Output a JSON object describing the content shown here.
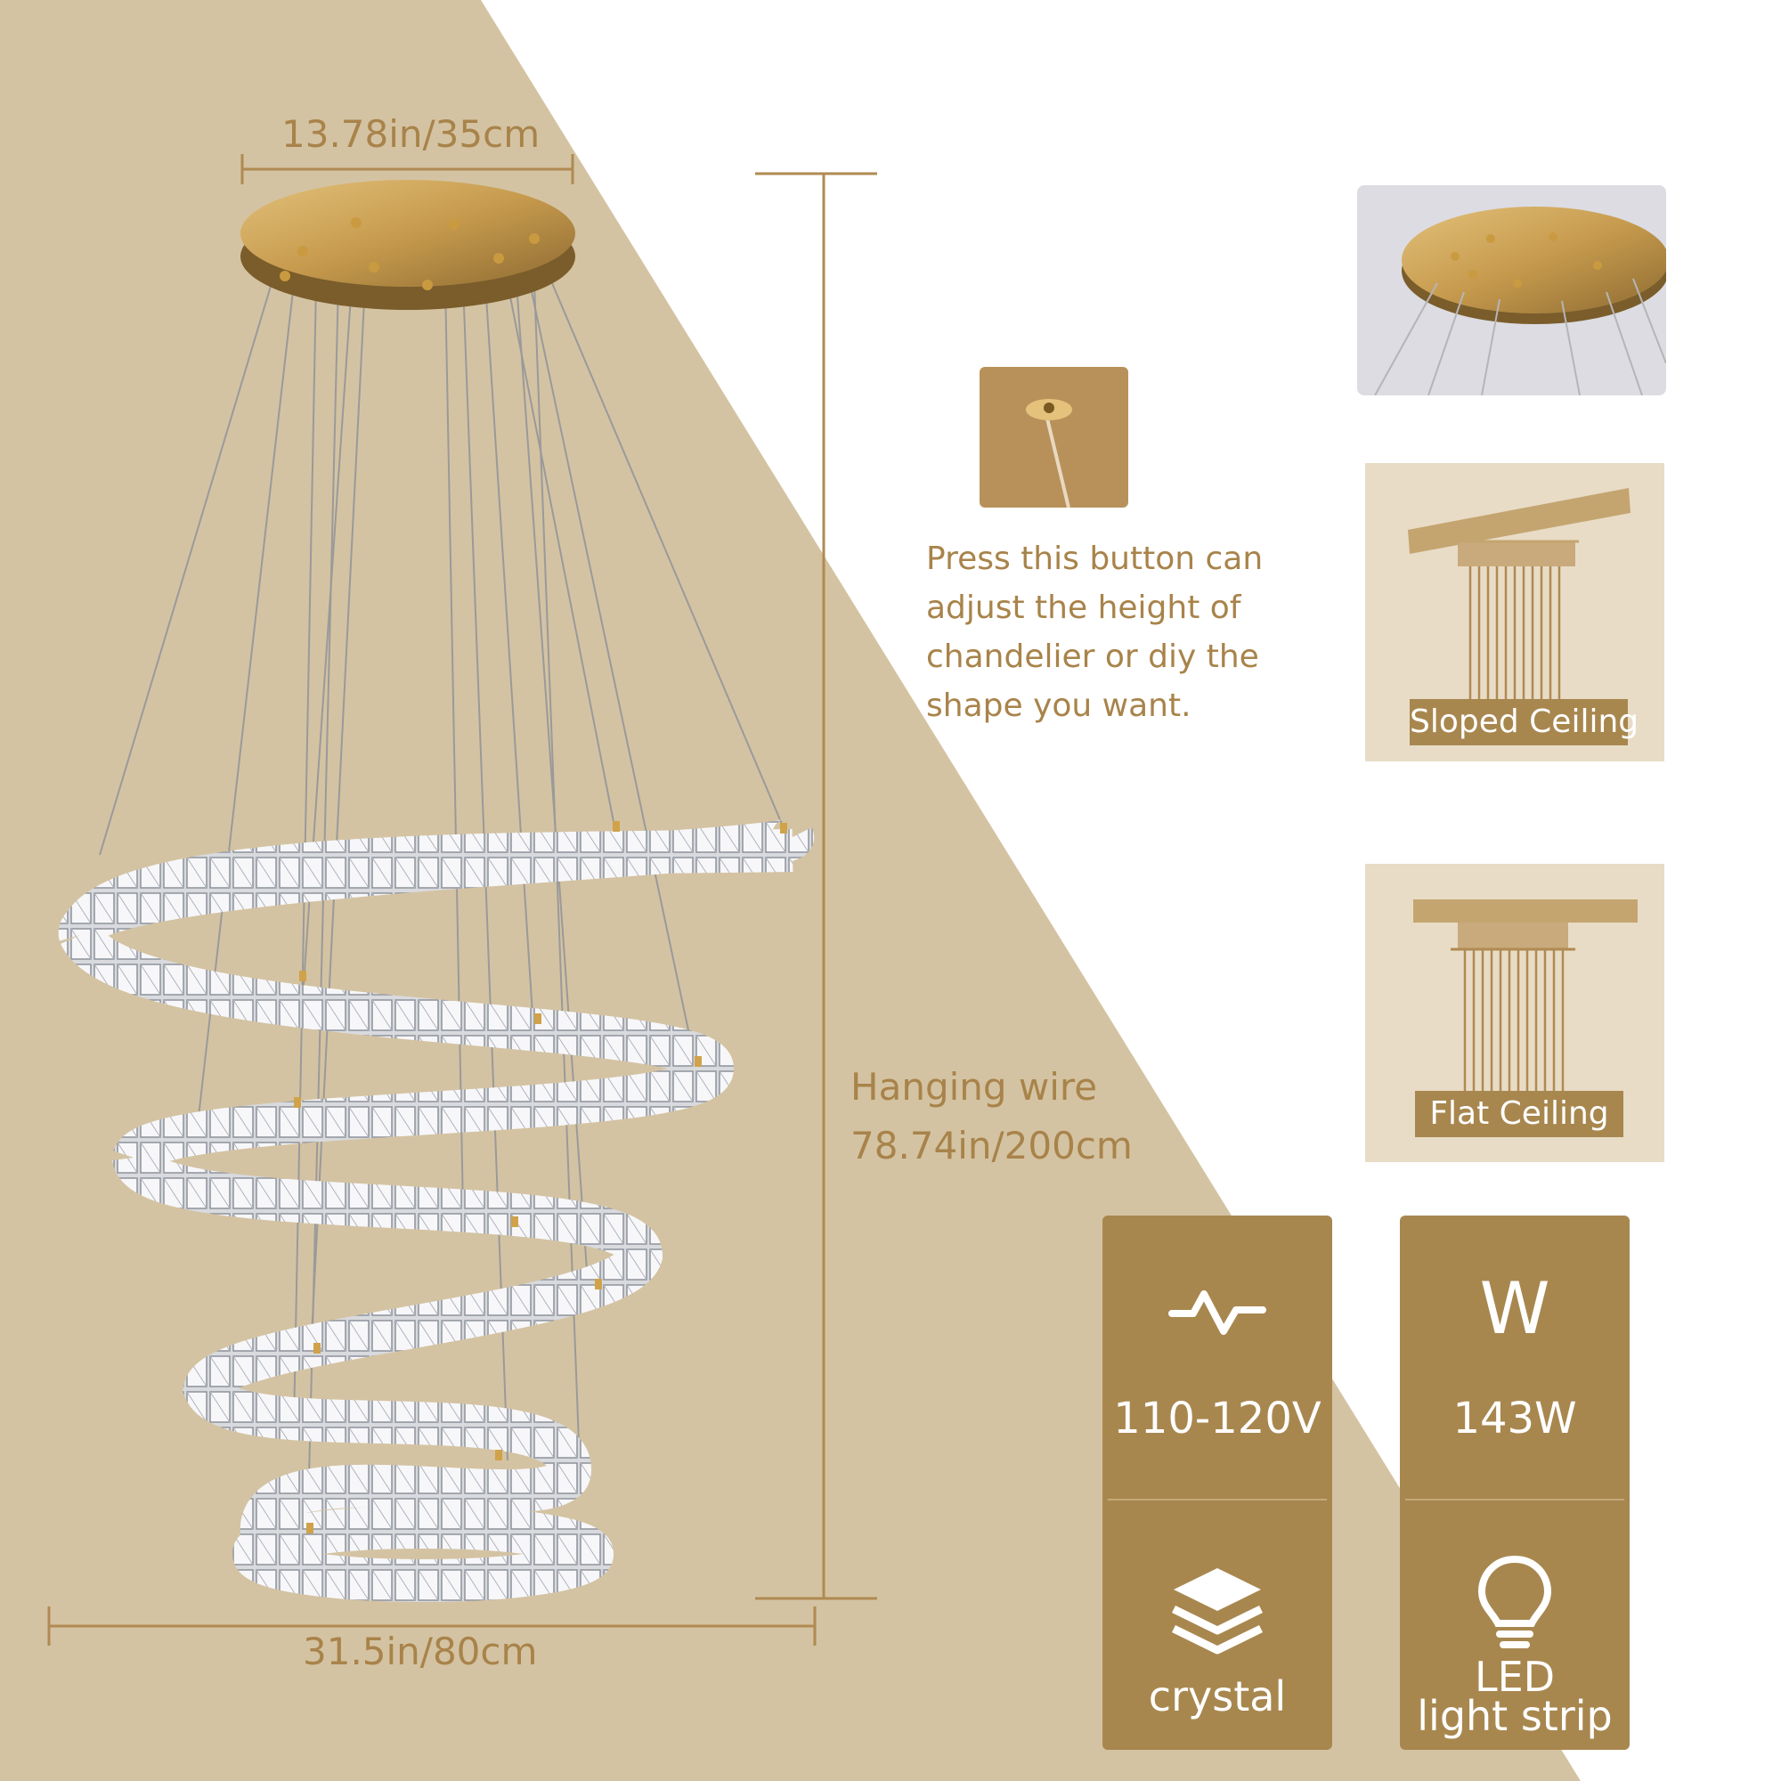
{
  "dimensions": {
    "canopy_width": "13.78in/35cm",
    "total_width": "31.5in/80cm"
  },
  "hanging_wire": {
    "line1": "Hanging wire",
    "line2": "78.74in/200cm"
  },
  "height_button_note": "Press this button can adjust the height of chandelier or diy the shape you want.",
  "ceiling_options": [
    {
      "label": "Sloped Ceiling"
    },
    {
      "label": "Flat Ceiling"
    }
  ],
  "specs": [
    {
      "icon": "voltage-wave-icon",
      "value": "110-120V",
      "feature_icon": "layers-icon",
      "feature": "crystal"
    },
    {
      "icon": "watt-icon",
      "value": "143W",
      "feature_icon": "bulb-icon",
      "feature_line1": "LED",
      "feature_line2": "light strip"
    }
  ],
  "watt_icon_letter": "W",
  "colors": {
    "accent_gold": "#a8874f",
    "text_gold": "#a8834a",
    "beige_background": "#d4c3a2",
    "card_beige": "#e8dcc6"
  }
}
